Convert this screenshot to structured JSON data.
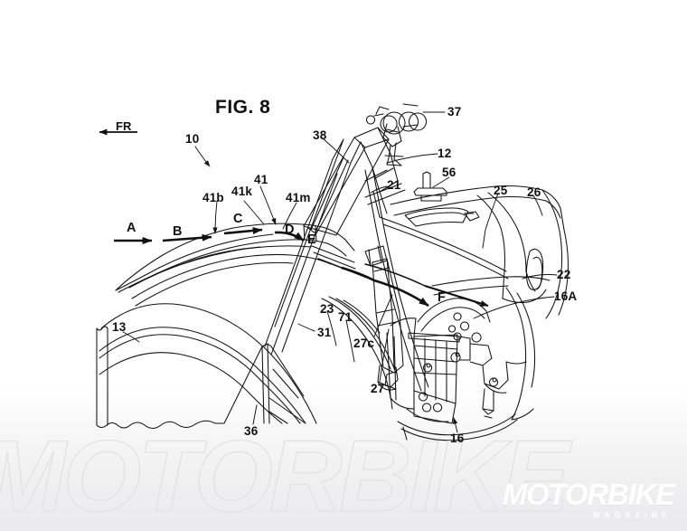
{
  "figure": {
    "title": "FIG. 8",
    "orientation_label": "FR"
  },
  "flow_labels": [
    {
      "id": "A",
      "text": "A"
    },
    {
      "id": "B",
      "text": "B"
    },
    {
      "id": "C",
      "text": "C"
    },
    {
      "id": "D",
      "text": "D"
    },
    {
      "id": "E",
      "text": "E"
    },
    {
      "id": "F",
      "text": "F"
    }
  ],
  "reference_numerals": [
    {
      "id": "n10",
      "text": "10"
    },
    {
      "id": "n12",
      "text": "12"
    },
    {
      "id": "n13",
      "text": "13"
    },
    {
      "id": "n16",
      "text": "16"
    },
    {
      "id": "n16A",
      "text": "16A"
    },
    {
      "id": "n21",
      "text": "21"
    },
    {
      "id": "n22",
      "text": "22"
    },
    {
      "id": "n23",
      "text": "23"
    },
    {
      "id": "n25",
      "text": "25"
    },
    {
      "id": "n26",
      "text": "26"
    },
    {
      "id": "n27",
      "text": "27"
    },
    {
      "id": "n27c",
      "text": "27c"
    },
    {
      "id": "n31",
      "text": "31"
    },
    {
      "id": "n36",
      "text": "36"
    },
    {
      "id": "n37",
      "text": "37"
    },
    {
      "id": "n38",
      "text": "38"
    },
    {
      "id": "n41",
      "text": "41"
    },
    {
      "id": "n41b",
      "text": "41b"
    },
    {
      "id": "n41k",
      "text": "41k"
    },
    {
      "id": "n41m",
      "text": "41m"
    },
    {
      "id": "n56",
      "text": "56"
    },
    {
      "id": "n71",
      "text": "71"
    }
  ],
  "watermark": {
    "outline_text": "MOTORBIKE",
    "logo_main": "MOTORBIKE",
    "logo_sub": "MAGAZINE"
  },
  "colors": {
    "ink": "#111111",
    "background": "#ffffff",
    "watermark_outline": "#e2e2e4",
    "watermark_logo": "#ffffff"
  }
}
